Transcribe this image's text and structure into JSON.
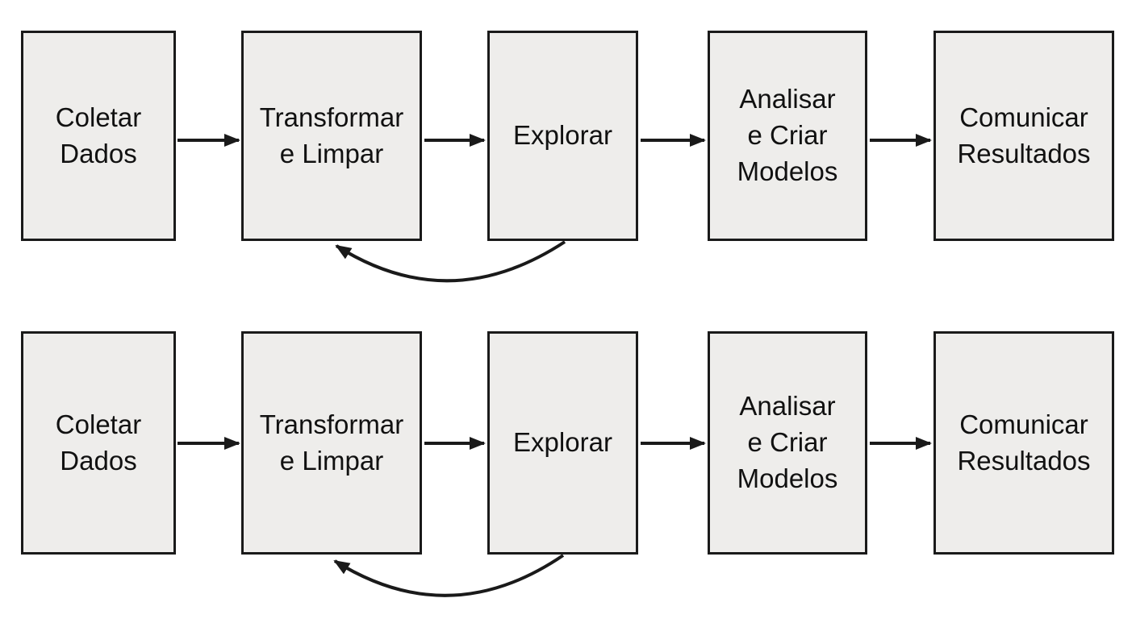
{
  "diagram": {
    "background": "#ffffff",
    "box_fill": "#eeedeb",
    "box_border": "#1a1a1a",
    "arrow_color": "#1a1a1a",
    "text_color": "#111111",
    "rows": [
      {
        "name": "top-flow",
        "boxes": [
          {
            "id": "coletar-dados",
            "label": "Coletar\nDados"
          },
          {
            "id": "transformar-e-limpar",
            "label": "Transformar\ne Limpar"
          },
          {
            "id": "explorar",
            "label": "Explorar"
          },
          {
            "id": "analisar-e-criar-modelos",
            "label": "Analisar\ne Criar\nModelos"
          },
          {
            "id": "comunicar-resultados",
            "label": "Comunicar\nResultados"
          }
        ],
        "connections": [
          {
            "from": "Coletar Dados",
            "to": "Transformar e Limpar"
          },
          {
            "from": "Transformar e Limpar",
            "to": "Explorar"
          },
          {
            "from": "Explorar",
            "to": "Analisar e Criar Modelos"
          },
          {
            "from": "Analisar e Criar Modelos",
            "to": "Comunicar Resultados"
          }
        ],
        "feedback_loop": {
          "from": "Explorar",
          "to": "Transformar e Limpar"
        }
      },
      {
        "name": "bottom-flow",
        "boxes": [
          {
            "id": "coletar-dados",
            "label": "Coletar\nDados"
          },
          {
            "id": "transformar-e-limpar",
            "label": "Transformar\ne Limpar"
          },
          {
            "id": "explorar",
            "label": "Explorar"
          },
          {
            "id": "analisar-e-criar-modelos",
            "label": "Analisar\ne Criar\nModelos"
          },
          {
            "id": "comunicar-resultados",
            "label": "Comunicar\nResultados"
          }
        ],
        "connections": [
          {
            "from": "Coletar Dados",
            "to": "Transformar e Limpar"
          },
          {
            "from": "Transformar e Limpar",
            "to": "Explorar"
          },
          {
            "from": "Explorar",
            "to": "Analisar e Criar Modelos"
          },
          {
            "from": "Analisar e Criar Modelos",
            "to": "Comunicar Resultados"
          }
        ],
        "feedback_loop": {
          "from": "Explorar",
          "to": "Transformar e Limpar"
        }
      }
    ]
  }
}
